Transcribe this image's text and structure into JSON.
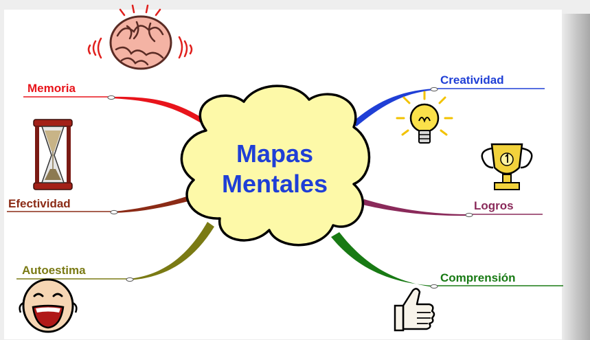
{
  "center": {
    "line1": "Mapas",
    "line2": "Mentales",
    "color": "#1f3fd6",
    "fill": "#fdf9a8"
  },
  "branches": [
    {
      "id": "memoria",
      "label": "Memoria",
      "color": "#e8141b",
      "icon": "brain-icon"
    },
    {
      "id": "efectividad",
      "label": "Efectividad",
      "color": "#8b2b16",
      "icon": "hourglass-icon"
    },
    {
      "id": "autoestima",
      "label": "Autoestima",
      "color": "#7a7a14",
      "icon": "laughing-face-icon"
    },
    {
      "id": "creatividad",
      "label": "Creatividad",
      "color": "#1f3fd6",
      "icon": "lightbulb-icon"
    },
    {
      "id": "logros",
      "label": "Logros",
      "color": "#8a2a5a",
      "icon": "trophy-icon"
    },
    {
      "id": "comprension",
      "label": "Comprensión",
      "color": "#187a14",
      "icon": "thumbs-up-icon"
    }
  ]
}
